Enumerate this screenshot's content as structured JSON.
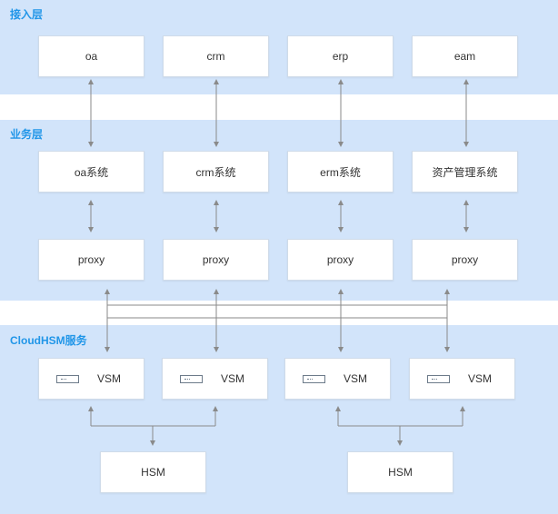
{
  "layers": {
    "access": "接入层",
    "business": "业务层",
    "cloudhsm": "CloudHSM服务"
  },
  "access_nodes": [
    "oa",
    "crm",
    "erp",
    "eam"
  ],
  "business_nodes": [
    "oa系统",
    "crm系统",
    "erm系统",
    "资产管理系统"
  ],
  "proxy_nodes": [
    "proxy",
    "proxy",
    "proxy",
    "proxy"
  ],
  "vsm_nodes": [
    "VSM",
    "VSM",
    "VSM",
    "VSM"
  ],
  "hsm_nodes": [
    "HSM",
    "HSM"
  ],
  "icons": {
    "vsm": "server-icon"
  },
  "colors": {
    "band": "#d2e4fa",
    "label": "#2196e8",
    "connector": "#8a8a8a"
  }
}
